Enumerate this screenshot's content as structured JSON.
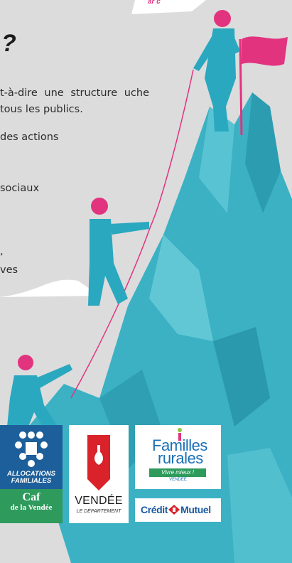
{
  "header": {
    "tagline_fragment": "ar c",
    "heading": "?"
  },
  "body": {
    "para1": "t-à-dire une structure uche tous les publics.",
    "line2": "des actions",
    "line3": "sociaux",
    "line4": ",",
    "line5": "ves"
  },
  "logos": {
    "caf": {
      "line1": "ALLOCATIONS",
      "line2": "FAMILIALES",
      "name": "Caf",
      "sub": "de la Vendée"
    },
    "vendee": {
      "name": "VENDÉE",
      "sub": "LE DÉPARTEMENT"
    },
    "familles_rurales": {
      "line1": "Familles",
      "line2": "rurales",
      "slogan": "Vivre mieux !",
      "region": "VENDÉE"
    },
    "credit_mutuel": {
      "name_a": "Crédit",
      "name_b": "Mutuel"
    }
  },
  "colors": {
    "mountain": "#3cb1c4",
    "figure_body": "#2aa8bf",
    "figure_head": "#e2337f",
    "flag": "#e2337f",
    "background": "#dcdcdc"
  }
}
